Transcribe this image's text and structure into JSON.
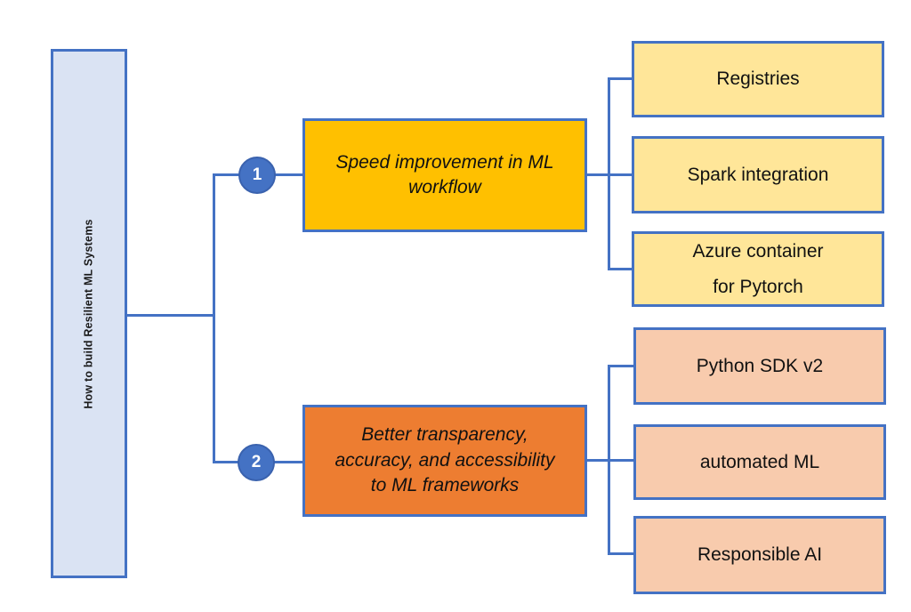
{
  "diagram": {
    "type": "mindmap-flowchart",
    "root": {
      "label": "How to build Resilient ML Systems"
    },
    "branches": [
      {
        "number": "1",
        "label": "Speed improvement in ML workflow",
        "fill": "#FFC000",
        "children": [
          "Registries",
          "Spark integration",
          "Azure container for Pytorch"
        ],
        "child_fill": "#FFE699"
      },
      {
        "number": "2",
        "label": "Better transparency, accuracy, and accessibility to ML frameworks",
        "fill": "#ED7D31",
        "children": [
          "Python SDK v2",
          "automated ML",
          "Responsible AI"
        ],
        "child_fill": "#F8CBAD"
      }
    ],
    "colors": {
      "connector_and_border": "#4472C4",
      "root_fill": "#DAE3F3",
      "circle_fill": "#4472C4",
      "text": "#111111",
      "background": "#FFFFFF"
    }
  }
}
